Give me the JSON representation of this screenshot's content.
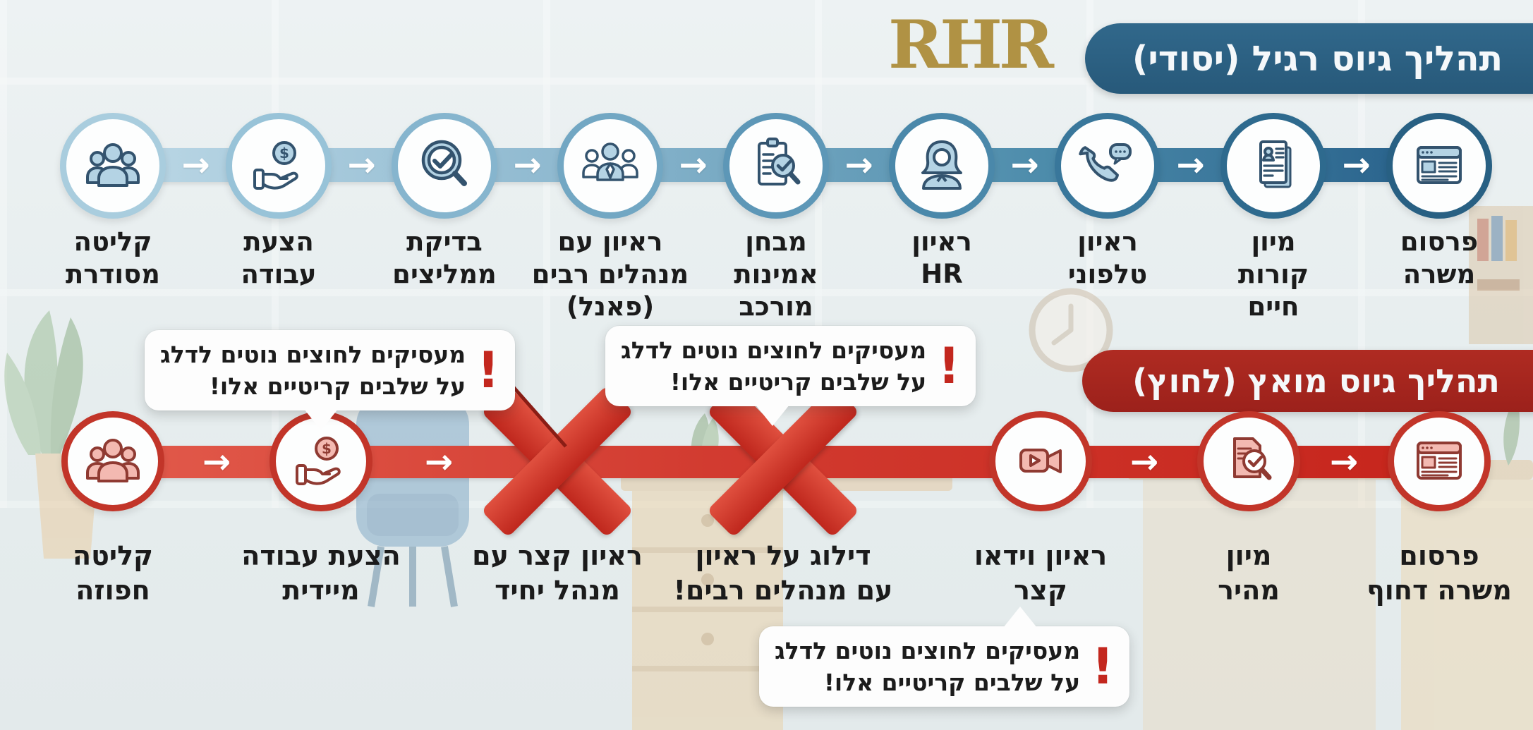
{
  "logo": "RHR",
  "icons": {
    "arrow": "→"
  },
  "colors": {
    "top_accent": "#2c6384",
    "bottom_accent": "#a5271f",
    "flow_red": "#d23b30",
    "warning_red": "#c3271e",
    "gold": "#b09244",
    "line_dark_red": "#8a1d15"
  },
  "top_flow": {
    "title": "תהליך גיוס רגיל (יסודי)",
    "steps": [
      {
        "icon": "people-group",
        "lines": [
          "קליטה",
          "מסודרת"
        ]
      },
      {
        "icon": "hand-coin",
        "lines": [
          "הצעת",
          "עבודה"
        ]
      },
      {
        "icon": "check-magnifier",
        "lines": [
          "בדיקת",
          "ממליצים"
        ]
      },
      {
        "icon": "panel-managers",
        "lines": [
          "ראיון עם",
          "מנהלים רבים",
          "(פאנל)"
        ]
      },
      {
        "icon": "clipboard-check",
        "lines": [
          "מבחן",
          "אמינות",
          "מורכב"
        ]
      },
      {
        "icon": "hr-person",
        "lines": [
          "ראיון",
          "HR"
        ]
      },
      {
        "icon": "phone-chat",
        "lines": [
          "ראיון",
          "טלפוני"
        ]
      },
      {
        "icon": "cv-document",
        "lines": [
          "מיון",
          "קורות",
          "חיים"
        ]
      },
      {
        "icon": "browser-window",
        "lines": [
          "פרסום",
          "משרה"
        ]
      }
    ]
  },
  "bottom_flow": {
    "title": "תהליך גיוס מואץ (לחוץ)",
    "steps": [
      {
        "type": "circle",
        "icon": "people-group",
        "lines": [
          "קליטה",
          "חפוזה"
        ]
      },
      {
        "type": "circle",
        "icon": "hand-coin",
        "lines": [
          "הצעת עבודה",
          "מיידית"
        ]
      },
      {
        "type": "skip",
        "icon": "x-mark",
        "lines": [
          "ראיון קצר עם",
          "מנהל יחיד"
        ]
      },
      {
        "type": "skip",
        "icon": "x-mark",
        "lines": [
          "דילוג על ראיון",
          "עם מנהלים רבים!"
        ]
      },
      {
        "type": "circle",
        "icon": "video-camera",
        "lines": [
          "ראיון וידאו",
          "קצר"
        ]
      },
      {
        "type": "circle",
        "icon": "doc-check",
        "lines": [
          "מיון",
          "מהיר"
        ]
      },
      {
        "type": "circle",
        "icon": "browser-window",
        "lines": [
          "פרסום",
          "משרה דחוף"
        ]
      }
    ]
  },
  "warnings": [
    {
      "mark": "!",
      "lines": [
        "מעסיקים לחוצים נוטים לדלג",
        "על שלבים קריטיים אלו!"
      ]
    },
    {
      "mark": "!",
      "lines": [
        "מעסיקים לחוצים נוטים לדלג",
        "על שלבים קריטיים אלו!"
      ]
    },
    {
      "mark": "!",
      "lines": [
        "מעסיקים לחוצים נוטים לדלג",
        "על שלבים קריטיים אלו!"
      ]
    }
  ]
}
